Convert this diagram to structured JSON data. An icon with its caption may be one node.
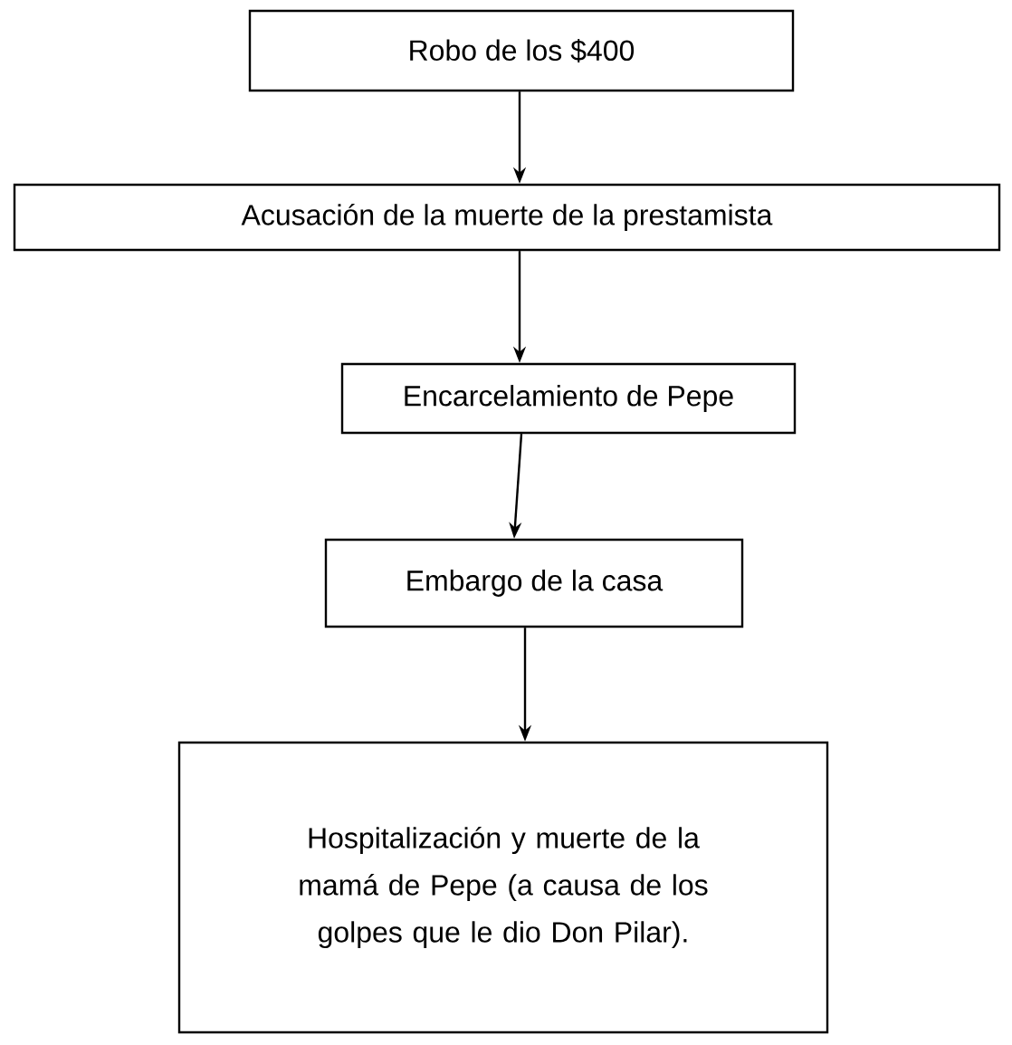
{
  "diagram": {
    "nodes": [
      {
        "text": [
          "Robo de los $400"
        ]
      },
      {
        "text": [
          "Acusación de la muerte de la prestamista"
        ]
      },
      {
        "text": [
          "Encarcelamiento de Pepe"
        ]
      },
      {
        "text": [
          "Embargo de la casa"
        ]
      },
      {
        "text": [
          "Hospitalización y muerte de la mamá de Pepe (a causa de los golpes que le dio Don Pilar)."
        ]
      }
    ],
    "edges": [
      {
        "from": 0,
        "to": 1,
        "arrow": "to"
      },
      {
        "from": 1,
        "to": 2,
        "arrow": "to"
      },
      {
        "from": 2,
        "to": 3,
        "arrow": "to"
      },
      {
        "from": 3,
        "to": 4,
        "arrow": "to"
      }
    ]
  }
}
